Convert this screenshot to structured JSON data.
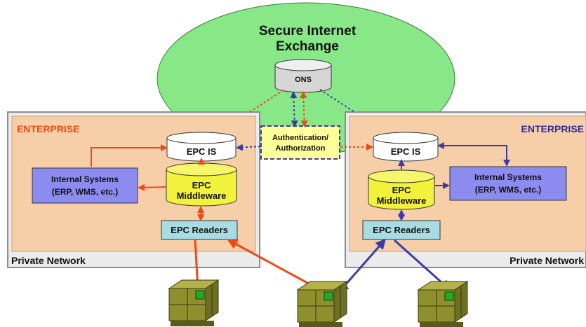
{
  "exchange": {
    "title_line1": "Secure Internet",
    "title_line2": "Exchange",
    "ons_label": "ONS"
  },
  "auth": {
    "line1": "Authentication/",
    "line2": "Authorization"
  },
  "left": {
    "enterprise_label": "ENTERPRISE",
    "network_label": "Private Network",
    "epc_is_label": "EPC IS",
    "middleware_line1": "EPC",
    "middleware_line2": "Middleware",
    "internal_line1": "Internal Systems",
    "internal_line2": "(ERP, WMS, etc.)",
    "readers_label": "EPC Readers"
  },
  "right": {
    "enterprise_label": "ENTERPRISE",
    "network_label": "Private Network",
    "epc_is_label": "EPC IS",
    "middleware_line1": "EPC",
    "middleware_line2": "Middleware",
    "internal_line1": "Internal Systems",
    "internal_line2": "(ERP, WMS, etc.)",
    "readers_label": "EPC Readers"
  },
  "colors": {
    "cloud": "#88e888",
    "enterprise_fill": "#f6cfa8",
    "network_border": "#8c8c8c",
    "internal_box": "#8c8cf0",
    "middleware": "#f2f23a",
    "readers": "#a8dce4",
    "left_arrow": "#ef4a16",
    "right_arrow": "#3c3ca8",
    "auth_fill": "#ffff99",
    "enterprise_left_text": "#ef4a16",
    "enterprise_right_text": "#2a2aa0",
    "pallet": "#8f8f2e"
  }
}
